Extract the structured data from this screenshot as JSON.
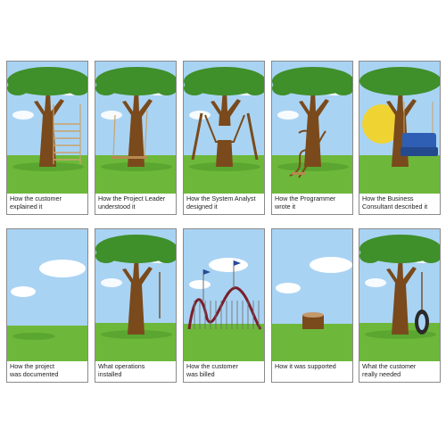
{
  "panels": [
    {
      "id": "customer",
      "caption": "How the customer\nexplained it",
      "scene": "swing-rope-ladder"
    },
    {
      "id": "project-leader",
      "caption": "How the Project Leader\nunderstood it",
      "scene": "swing-board-low"
    },
    {
      "id": "system-analyst",
      "caption": "How the System Analyst\ndesigned it",
      "scene": "swing-cut-trunk"
    },
    {
      "id": "programmer",
      "caption": "How the Programmer\nwrote it",
      "scene": "swing-tangled"
    },
    {
      "id": "business-consultant",
      "caption": "How the Business\nConsultant described it",
      "scene": "armchair-swing"
    },
    {
      "id": "documented",
      "caption": "How the project\nwas documented",
      "scene": "empty-field"
    },
    {
      "id": "operations",
      "caption": "What operations\ninstalled",
      "scene": "single-rope"
    },
    {
      "id": "billed",
      "caption": "How the customer\nwas billed",
      "scene": "roller-coaster"
    },
    {
      "id": "supported",
      "caption": "How it was supported",
      "scene": "stump"
    },
    {
      "id": "needed",
      "caption": "What the customer\nreally needed",
      "scene": "tire-swing"
    }
  ],
  "colors": {
    "sky": "#a9d3f3",
    "grass": "#6db83a",
    "grass_dark": "#4e9a2a",
    "trunk": "#7a4a1c",
    "leaves": "#3f8f2a",
    "seat": "#2f5fb5",
    "sun": "#f6d31e"
  }
}
